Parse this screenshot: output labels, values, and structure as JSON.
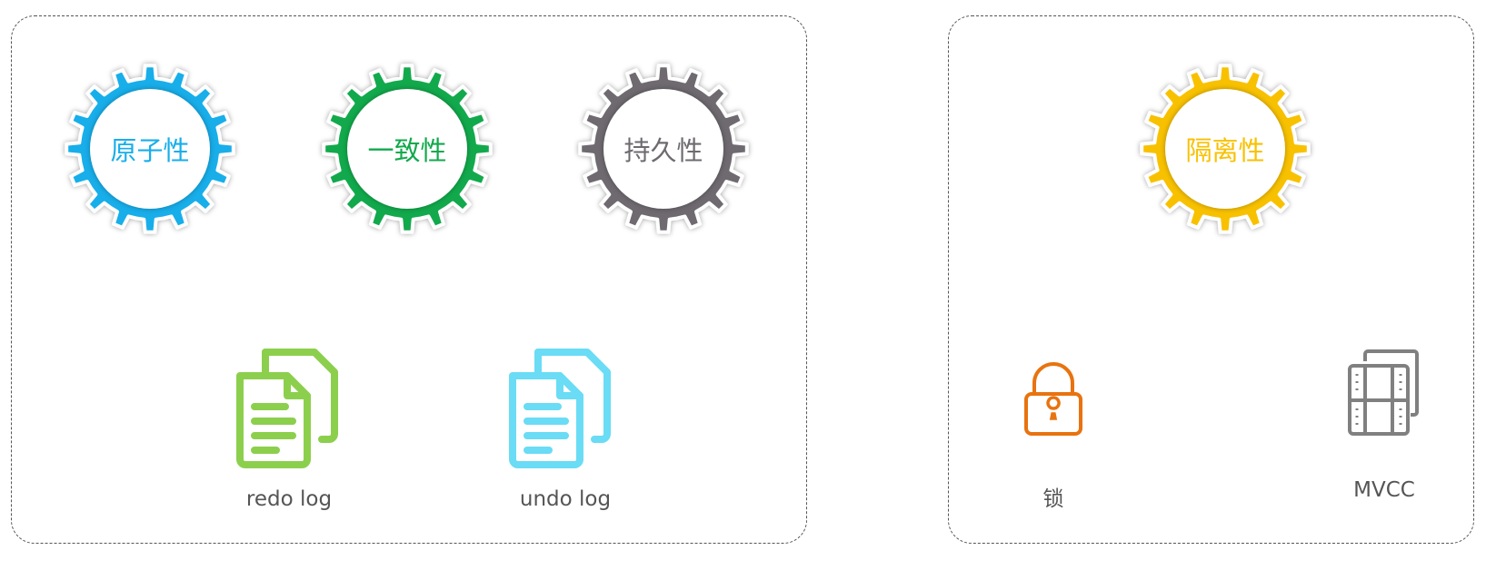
{
  "groups": [
    {
      "gears": [
        {
          "label": "原子性",
          "color": "#18aeea"
        },
        {
          "label": "一致性",
          "color": "#12a94c"
        },
        {
          "label": "持久性",
          "color": "#6e6a70"
        }
      ],
      "items": [
        {
          "label": "redo log",
          "icon": "document-copy-icon",
          "color": "#8ccf4d"
        },
        {
          "label": "undo log",
          "icon": "document-copy-icon",
          "color": "#6adcf5"
        }
      ]
    },
    {
      "gears": [
        {
          "label": "隔离性",
          "color": "#f8c100"
        }
      ],
      "items": [
        {
          "label": "锁",
          "icon": "lock-icon",
          "color": "#e8730f"
        },
        {
          "label": "MVCC",
          "icon": "film-copy-icon",
          "color": "#808080"
        }
      ]
    }
  ]
}
